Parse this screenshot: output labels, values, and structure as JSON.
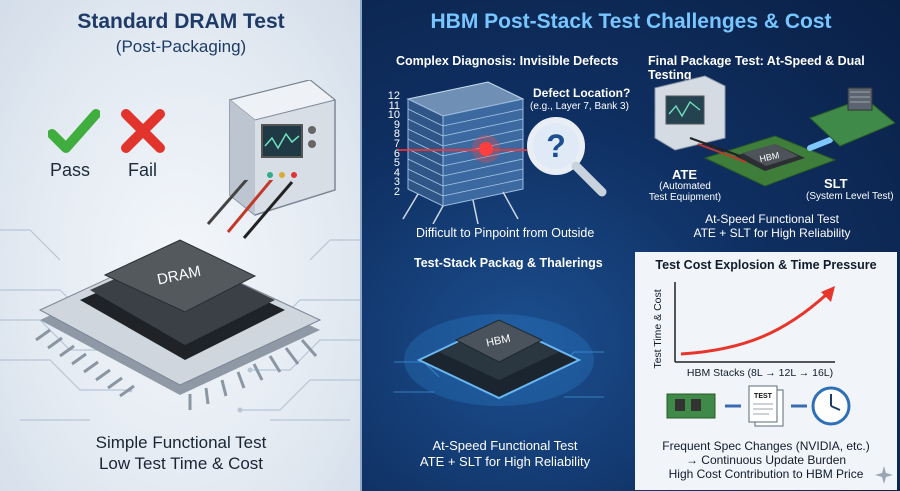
{
  "left": {
    "title": "Standard DRAM Test",
    "subtitle": "(Post-Packaging)",
    "pass_label": "Pass",
    "fail_label": "Fail",
    "chip_label": "DRAM",
    "bottom_line1": "Simple Functional Test",
    "bottom_line2": "Low Test Time & Cost"
  },
  "right": {
    "title": "HBM Post-Stack Test Challenges & Cost",
    "diagnosis": {
      "heading": "Complex Diagnosis: Invisible Defects",
      "layer_numbers": [
        "12",
        "11",
        "10",
        "9",
        "8",
        "7",
        "6",
        "5",
        "4",
        "3",
        "2"
      ],
      "defect_q": "Defect Location?",
      "defect_eg": "(e.g., Layer 7, Bank 3)",
      "caption": "Difficult to Pinpoint from Outside"
    },
    "final_test": {
      "heading": "Final Package Test: At-Speed & Dual Testing",
      "ate": "ATE",
      "ate_desc1": "(Automated",
      "ate_desc2": "Test Equipment)",
      "slt": "SLT",
      "slt_desc": "(System Level Test)",
      "chip_label": "HBM",
      "caption1": "At-Speed Functional Test",
      "caption2": "ATE + SLT for High Reliability"
    },
    "stack_pkg": {
      "heading": "Test-Stack Packag & Thalerings",
      "chip_label": "HBM",
      "caption1": "At-Speed Functional Test",
      "caption2": "ATE + SLT for High Reliability"
    },
    "cost": {
      "heading": "Test Cost Explosion & Time Pressure",
      "y_axis": "Test Time & Cost",
      "x_axis": "HBM Stacks (8L → 12L → 16L)",
      "doc_label": "TEST",
      "line1": "Frequent Spec Changes (NVIDIA, etc.)",
      "line2": "→ Continuous Update Burden",
      "line3": "High Cost Contribution to HBM Price"
    }
  },
  "colors": {
    "pass": "#3fae3f",
    "fail": "#e0342c",
    "right_title": "#78c6ff",
    "cost_curve": "#e8352b"
  }
}
